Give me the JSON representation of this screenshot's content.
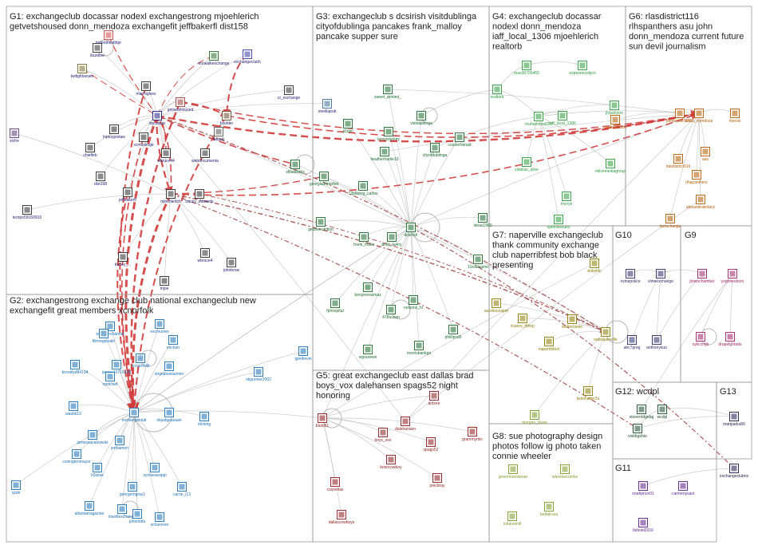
{
  "colors": {
    "background": "#ffffff",
    "border": "#9a9a9a",
    "edge": "#b9b9b9",
    "edge_strong": "#d23a3a",
    "edge_dash": "#a54848",
    "title_text": "#222222",
    "node_fill": "#ffffff"
  },
  "groups": [
    {
      "id": "G1",
      "title_lines": [
        "G1: exchangeclub docassar nodexl exchangestrong mjoehlerich",
        "getvetshoused donn_mendoza exchangefit jeffbakerfl dist158"
      ],
      "label_color": "#1a1a6e"
    },
    {
      "id": "G2",
      "title_lines": [
        "G2: exchangestrong exchange club national exchangeclub new",
        "exchangefit great members xcnorfolk"
      ],
      "label_color": "#1a6fb5"
    },
    {
      "id": "G3",
      "title_lines": [
        "G3: exchangeclub s dcsirish visitdublinga",
        "cityofdublinga pancakes frank_malloy",
        "pancake supper sure"
      ],
      "label_color": "#1a6b2a"
    },
    {
      "id": "G4",
      "title_lines": [
        "G4: exchangeclub docassar",
        "nodexl donn_mendoza",
        "iaff_local_1306 mjoehlerich",
        "realtorb"
      ],
      "label_color": "#2a9a3a"
    },
    {
      "id": "G5",
      "title_lines": [
        "G5: great exchangeclub east dallas brad",
        "boys_vox dalehansen spags52 night",
        "honoring"
      ],
      "label_color": "#8b1a1a"
    },
    {
      "id": "G6",
      "title_lines": [
        "G6: rlasdistrict116",
        "rlhspanthers asu john",
        "donn_mendoza current future",
        "sun devil journalism"
      ],
      "label_color": "#b35a00"
    },
    {
      "id": "G7",
      "title_lines": [
        "G7: naperville exchangeclub",
        "thank community exchange",
        "club naperribfest bob black",
        "presenting"
      ],
      "label_color": "#8a7a00"
    },
    {
      "id": "G8",
      "title_lines": [
        "G8: sue photography design",
        "photos follow ig photo taken",
        "connie wheeler"
      ],
      "label_color": "#7a9a2a"
    },
    {
      "id": "G9",
      "title_lines": [
        "G9"
      ],
      "label_color": "#a0206a"
    },
    {
      "id": "G10",
      "title_lines": [
        "G10"
      ],
      "label_color": "#2a2a6a"
    },
    {
      "id": "G11",
      "title_lines": [
        "G11"
      ],
      "label_color": "#5a1a8a"
    },
    {
      "id": "G12",
      "title_lines": [
        "G12: wcdpl"
      ],
      "label_color": "#1a4a2a"
    },
    {
      "id": "G13",
      "title_lines": [
        "G13"
      ],
      "label_color": "#1a1a4a"
    }
  ],
  "nodes": [
    {
      "label": "tridenthealthpr",
      "g": 0,
      "color": "#d24a4a"
    },
    {
      "label": "iburdine",
      "g": 0,
      "color": "#333333"
    },
    {
      "label": "twilightseven",
      "g": 0,
      "color": "#7a6a2a"
    },
    {
      "label": "norwalkexchange",
      "g": 0,
      "color": "#2a6a2a"
    },
    {
      "label": "exchangeclubh",
      "g": 0,
      "color": "#3a3aa0"
    },
    {
      "label": "miamigives",
      "g": 0,
      "color": "#2a2a2a"
    },
    {
      "label": "getvetshoused",
      "g": 0,
      "color": "#a04040"
    },
    {
      "label": "docassar",
      "g": 0,
      "color": "#202080"
    },
    {
      "label": "bsolder",
      "g": 0,
      "color": "#6a4a2a"
    },
    {
      "label": "ct_exchange",
      "g": 0,
      "color": "#2a2a2a"
    },
    {
      "label": "oneillapub",
      "g": 0,
      "color": "#3a6a9a"
    },
    {
      "label": "xlcfre",
      "g": 0,
      "color": "#5a3a7a"
    },
    {
      "label": "lopezgovtaw",
      "g": 0,
      "color": "#2a2a2a"
    },
    {
      "label": "dudekj",
      "g": 0,
      "color": "#5a5a5a"
    },
    {
      "label": "chiefleb",
      "g": 0,
      "color": "#2a2a2a"
    },
    {
      "label": "xcmuskoge",
      "g": 0,
      "color": "#2a2a2a"
    },
    {
      "label": "wbruce44",
      "g": 0,
      "color": "#2a2a2a"
    },
    {
      "label": "webdocumenta",
      "g": 0,
      "color": "#2a2a2a"
    },
    {
      "label": "dist158",
      "g": 0,
      "color": "#2a2a2a"
    },
    {
      "label": "jeffbakerfl",
      "g": 0,
      "color": "#2a2a2a"
    },
    {
      "label": "mjoehlerich",
      "g": 0,
      "color": "#2a2a2a"
    },
    {
      "label": "tracey_edwards",
      "g": 0,
      "color": "#2a2a2a"
    },
    {
      "label": "terripo59160910",
      "g": 0,
      "color": "#2a2a2a"
    },
    {
      "label": "wbruce4",
      "g": 0,
      "color": "#2a2a2a"
    },
    {
      "label": "johnbrow",
      "g": 0,
      "color": "#2a2a2a"
    },
    {
      "label": "tracey_...",
      "g": 0,
      "color": "#2a2a2a"
    },
    {
      "label": "mjoe",
      "g": 0,
      "color": "#2a2a2a"
    },
    {
      "label": "weatherchannel",
      "g": 1,
      "color": "#1a6fb5"
    },
    {
      "label": "filmregionaln",
      "g": 1,
      "color": "#1a6fb5"
    },
    {
      "label": "excmurren",
      "g": 1,
      "color": "#1a6fb5"
    },
    {
      "label": "exchan",
      "g": 1,
      "color": "#1a6fb5"
    },
    {
      "label": "brooklyd84194",
      "g": 1,
      "color": "#1a6fb5"
    },
    {
      "label": "jaeger10716128",
      "g": 1,
      "color": "#1a6fb5"
    },
    {
      "label": "npdchief",
      "g": 1,
      "color": "#1a6fb5"
    },
    {
      "label": "xcnorthvill",
      "g": 1,
      "color": "#1a6fb5"
    },
    {
      "label": "stopabusesimon",
      "g": 1,
      "color": "#1a6fb5"
    },
    {
      "label": "washk12",
      "g": 1,
      "color": "#1a6fb5"
    },
    {
      "label": "exchangeclub",
      "g": 1,
      "color": "#1a6fb5"
    },
    {
      "label": "okjudgeasaan",
      "g": 1,
      "color": "#1a6fb5"
    },
    {
      "label": "jamessazakowski",
      "g": 1,
      "color": "#1a6fb5"
    },
    {
      "label": "covingtonmayor",
      "g": 1,
      "color": "#1a6fb5"
    },
    {
      "label": "jenhamon",
      "g": 1,
      "color": "#1a6fb5"
    },
    {
      "label": "k5lulse",
      "g": 1,
      "color": "#1a6fb5"
    },
    {
      "label": "xcmississippi",
      "g": 1,
      "color": "#1a6fb5"
    },
    {
      "label": "cpdn",
      "g": 1,
      "color": "#1a6fb5"
    },
    {
      "label": "atlantamagazine",
      "g": 1,
      "color": "#1a6fb5"
    },
    {
      "label": "georgemgray1",
      "g": 1,
      "color": "#1a6fb5"
    },
    {
      "label": "carrie_l13",
      "g": 1,
      "color": "#1a6fb5"
    },
    {
      "label": "mavillexchange",
      "g": 1,
      "color": "#1a6fb5"
    },
    {
      "label": "johnrletts",
      "g": 1,
      "color": "#1a6fb5"
    },
    {
      "label": "xchanover",
      "g": 1,
      "color": "#1a6fb5"
    },
    {
      "label": "dinlong",
      "g": 1,
      "color": "#1a6fb5"
    },
    {
      "label": "okgunner2002",
      "g": 1,
      "color": "#1a6fb5"
    },
    {
      "label": "igerlkevin",
      "g": 1,
      "color": "#1a6fb5"
    },
    {
      "label": "zweet_armind_",
      "g": 2,
      "color": "#1a6b2a"
    },
    {
      "label": "visitdublinga",
      "g": 2,
      "color": "#1a6b2a"
    },
    {
      "label": "leroystuckey",
      "g": 2,
      "color": "#1a6b2a"
    },
    {
      "label": "41nbc",
      "g": 2,
      "color": "#1a6b2a"
    },
    {
      "label": "heatherhartie10",
      "g": 2,
      "color": "#1a6b2a"
    },
    {
      "label": "cityofdublinga",
      "g": 2,
      "color": "#1a6b2a"
    },
    {
      "label": "courierherald",
      "g": 2,
      "color": "#1a6b2a"
    },
    {
      "label": "stbaldricks",
      "g": 2,
      "color": "#1a6b2a"
    },
    {
      "label": "georgiadeptofed",
      "g": 2,
      "color": "#1a6b2a"
    },
    {
      "label": "13photog_carlos",
      "g": 2,
      "color": "#1a6b2a"
    },
    {
      "label": "gedoenutrition",
      "g": 2,
      "color": "#1a6b2a"
    },
    {
      "label": "frank_malio",
      "g": 2,
      "color": "#1a6b2a"
    },
    {
      "label": "brad_avery",
      "g": 2,
      "color": "#1a6b2a"
    },
    {
      "label": "dcsirish",
      "g": 2,
      "color": "#1a6b2a"
    },
    {
      "label": "fphospital",
      "g": 2,
      "color": "#1a6b2a"
    },
    {
      "label": "benjoneswmaz",
      "g": 2,
      "color": "#1a6b2a"
    },
    {
      "label": "nelsonc_tv",
      "g": 2,
      "color": "#1a6b2a"
    },
    {
      "label": "478susan",
      "g": 2,
      "color": "#1a6b2a"
    },
    {
      "label": "phillipsd5",
      "g": 2,
      "color": "#1a6b2a"
    },
    {
      "label": "wgranews",
      "g": 2,
      "color": "#1a6b2a"
    },
    {
      "label": "morrisbankga",
      "g": 2,
      "color": "#1a6b2a"
    },
    {
      "label": "ideas1980",
      "g": 2,
      "color": "#1a6b2a"
    },
    {
      "label": "11eadsame",
      "g": 2,
      "color": "#1a6b2a"
    },
    {
      "label": "mas06705465",
      "g": 3,
      "color": "#2a9a3a"
    },
    {
      "label": "experiencekjcn",
      "g": 3,
      "color": "#2a9a3a"
    },
    {
      "label": "realtorb",
      "g": 3,
      "color": "#2a9a3a"
    },
    {
      "label": "muhammadOC",
      "g": 3,
      "color": "#2a9a3a"
    },
    {
      "label": "jlvjackson",
      "g": 3,
      "color": "#2a9a3a"
    },
    {
      "label": "iaff_local_1306",
      "g": 3,
      "color": "#2a9a3a"
    },
    {
      "label": "vidalias_alive",
      "g": 3,
      "color": "#2a9a3a"
    },
    {
      "label": "milvemediagroup",
      "g": 3,
      "color": "#2a9a3a"
    },
    {
      "label": "optimistclubs",
      "g": 3,
      "color": "#2a9a3a"
    },
    {
      "label": "mcnye",
      "g": 3,
      "color": "#2a9a3a"
    },
    {
      "label": "donn_mendoza",
      "g": 5,
      "color": "#b35a00"
    },
    {
      "label": "johnbrown5701",
      "g": 5,
      "color": "#b35a00"
    },
    {
      "label": "rlsenis",
      "g": 5,
      "color": "#b35a00"
    },
    {
      "label": "maltandcaco",
      "g": 5,
      "color": "#b35a00"
    },
    {
      "label": "asu",
      "g": 5,
      "color": "#b35a00"
    },
    {
      "label": "rlasdistrict116",
      "g": 5,
      "color": "#b35a00"
    },
    {
      "label": "rlhspanthers",
      "g": 5,
      "color": "#b35a00"
    },
    {
      "label": "alexandrakolacz",
      "g": 5,
      "color": "#b35a00"
    },
    {
      "label": "rlasxchange",
      "g": 5,
      "color": "#b35a00"
    },
    {
      "label": "dalehansen",
      "g": 4,
      "color": "#8b1a1a"
    },
    {
      "label": "bluto51",
      "g": 4,
      "color": "#8b1a1a"
    },
    {
      "label": "boys_vox",
      "g": 4,
      "color": "#8b1a1a"
    },
    {
      "label": "spags52",
      "g": 4,
      "color": "#8b1a1a"
    },
    {
      "label": "grammymic",
      "g": 4,
      "color": "#8b1a1a"
    },
    {
      "label": "kristicowboy",
      "g": 4,
      "color": "#8b1a1a"
    },
    {
      "label": "coiyeritas",
      "g": 4,
      "color": "#8b1a1a"
    },
    {
      "label": "joecbray",
      "g": 4,
      "color": "#8b1a1a"
    },
    {
      "label": "dallascowboys",
      "g": 4,
      "color": "#8b1a1a"
    },
    {
      "label": "aritzee",
      "g": 4,
      "color": "#8b1a1a"
    },
    {
      "label": "bobyldc",
      "g": 6,
      "color": "#8a7a00"
    },
    {
      "label": "aurelioceaper",
      "g": 6,
      "color": "#8a7a00"
    },
    {
      "label": "tcaves_tbhep",
      "g": 6,
      "color": "#8a7a00"
    },
    {
      "label": "realtorbseto",
      "g": 6,
      "color": "#8a7a00"
    },
    {
      "label": "nateapanville",
      "g": 6,
      "color": "#8a7a00"
    },
    {
      "label": "naperribfest",
      "g": 6,
      "color": "#8a7a00"
    },
    {
      "label": "kidsmatter2u",
      "g": 6,
      "color": "#8a7a00"
    },
    {
      "label": "morgan_skate",
      "g": 7,
      "color": "#7a9a2a"
    },
    {
      "label": "greenmonsteran",
      "g": 7,
      "color": "#7a9a2a"
    },
    {
      "label": "wheelerconnie",
      "g": 7,
      "color": "#7a9a2a"
    },
    {
      "label": "inhavemill",
      "g": 7,
      "color": "#7a9a2a"
    },
    {
      "label": "bettalrusa",
      "g": 7,
      "color": "#7a9a2a"
    },
    {
      "label": "irvinepolice",
      "g": 9,
      "color": "#2a2a6a"
    },
    {
      "label": "vlineexchange",
      "g": 9,
      "color": "#2a2a6a"
    },
    {
      "label": "abc7greg",
      "g": 9,
      "color": "#2a2a6a"
    },
    {
      "label": "anthonykuo",
      "g": 9,
      "color": "#2a2a6a"
    },
    {
      "label": "jtownchamber",
      "g": 8,
      "color": "#a0206a"
    },
    {
      "label": "yorjonesboro",
      "g": 8,
      "color": "#a0206a"
    },
    {
      "label": "nyliccmjb",
      "g": 8,
      "color": "#a0206a"
    },
    {
      "label": "drapelghtado",
      "g": 8,
      "color": "#a0206a"
    },
    {
      "label": "stonerridgebg",
      "g": 11,
      "color": "#1a4a2a"
    },
    {
      "label": "wcdpl",
      "g": 11,
      "color": "#1a4a2a"
    },
    {
      "label": "visitbgohio",
      "g": 11,
      "color": "#1a4a2a"
    },
    {
      "label": "mattparks80",
      "g": 12,
      "color": "#1a1a4a"
    },
    {
      "label": "exchangeclubns",
      "g": 12,
      "color": "#1a1a4a"
    },
    {
      "label": "noahprice01",
      "g": 10,
      "color": "#5a1a8a"
    },
    {
      "label": "carmenysasl",
      "g": 10,
      "color": "#5a1a8a"
    },
    {
      "label": "tlebold2016",
      "g": 10,
      "color": "#5a1a8a"
    }
  ]
}
